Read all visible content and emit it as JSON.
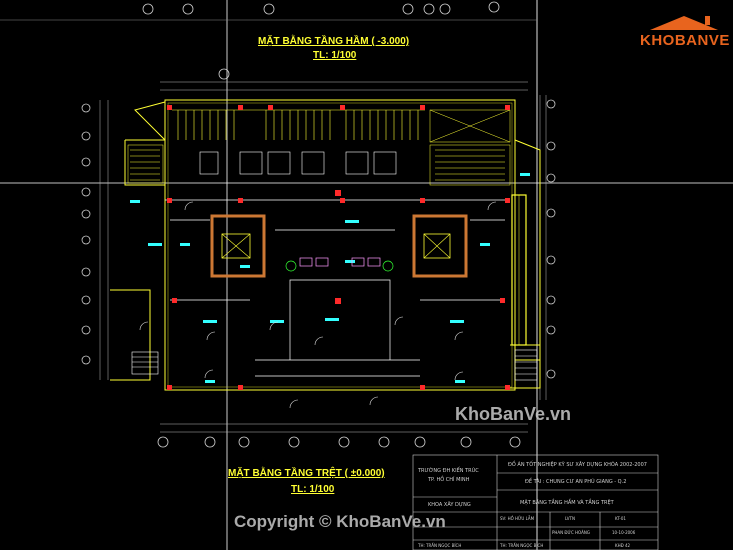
{
  "basement_plan": {
    "title": "MẶT BẰNG TẦNG HẦM ( -3.000)",
    "scale": "TL: 1/100"
  },
  "ground_plan": {
    "title": "MẶT BẰNG TẦNG TRỆT ( ±0.000)",
    "scale": "TL: 1/100"
  },
  "logo": {
    "text": "KHOBANVE"
  },
  "watermarks": {
    "site": "KhoBanVe.vn",
    "copyright": "Copyright © KhoBanVe.vn"
  },
  "title_block": {
    "school_line1": "TRƯỜNG ĐH KIẾN TRÚC",
    "school_line2": "TP. HỒ CHÍ MINH",
    "faculty": "KHOA XÂY DỰNG",
    "project_line": "ĐỒ ÁN TỐT NGHIỆP KỸ SƯ XÂY DỰNG KHÓA 2002-2007",
    "topic": "ĐỀ TÀI : CHUNG CƯ AN PHÚ GIANG - Q.2",
    "sheet_title": "MẶT BẰNG TẦNG HẦM VÀ TẦNG TRỆT",
    "row_labels": [
      "SV: HỒ HỮU LẪM",
      "LVTN",
      "KT-01"
    ],
    "row_labels2": [
      "TH: TRẦN NGỌC BÍCH",
      "TH: TRẦN NGỌC BÍCH",
      "PHAN ĐỨC HOÀNG",
      "10-10-2006",
      "KHĐ 42"
    ]
  },
  "colors": {
    "background": "#000000",
    "walls": "#ffff33",
    "grid": "#b0b0b0",
    "columns": "#ff2a2a",
    "dims": "#33ffff",
    "furniture": "#ff66ff",
    "core": "#cc7733"
  }
}
